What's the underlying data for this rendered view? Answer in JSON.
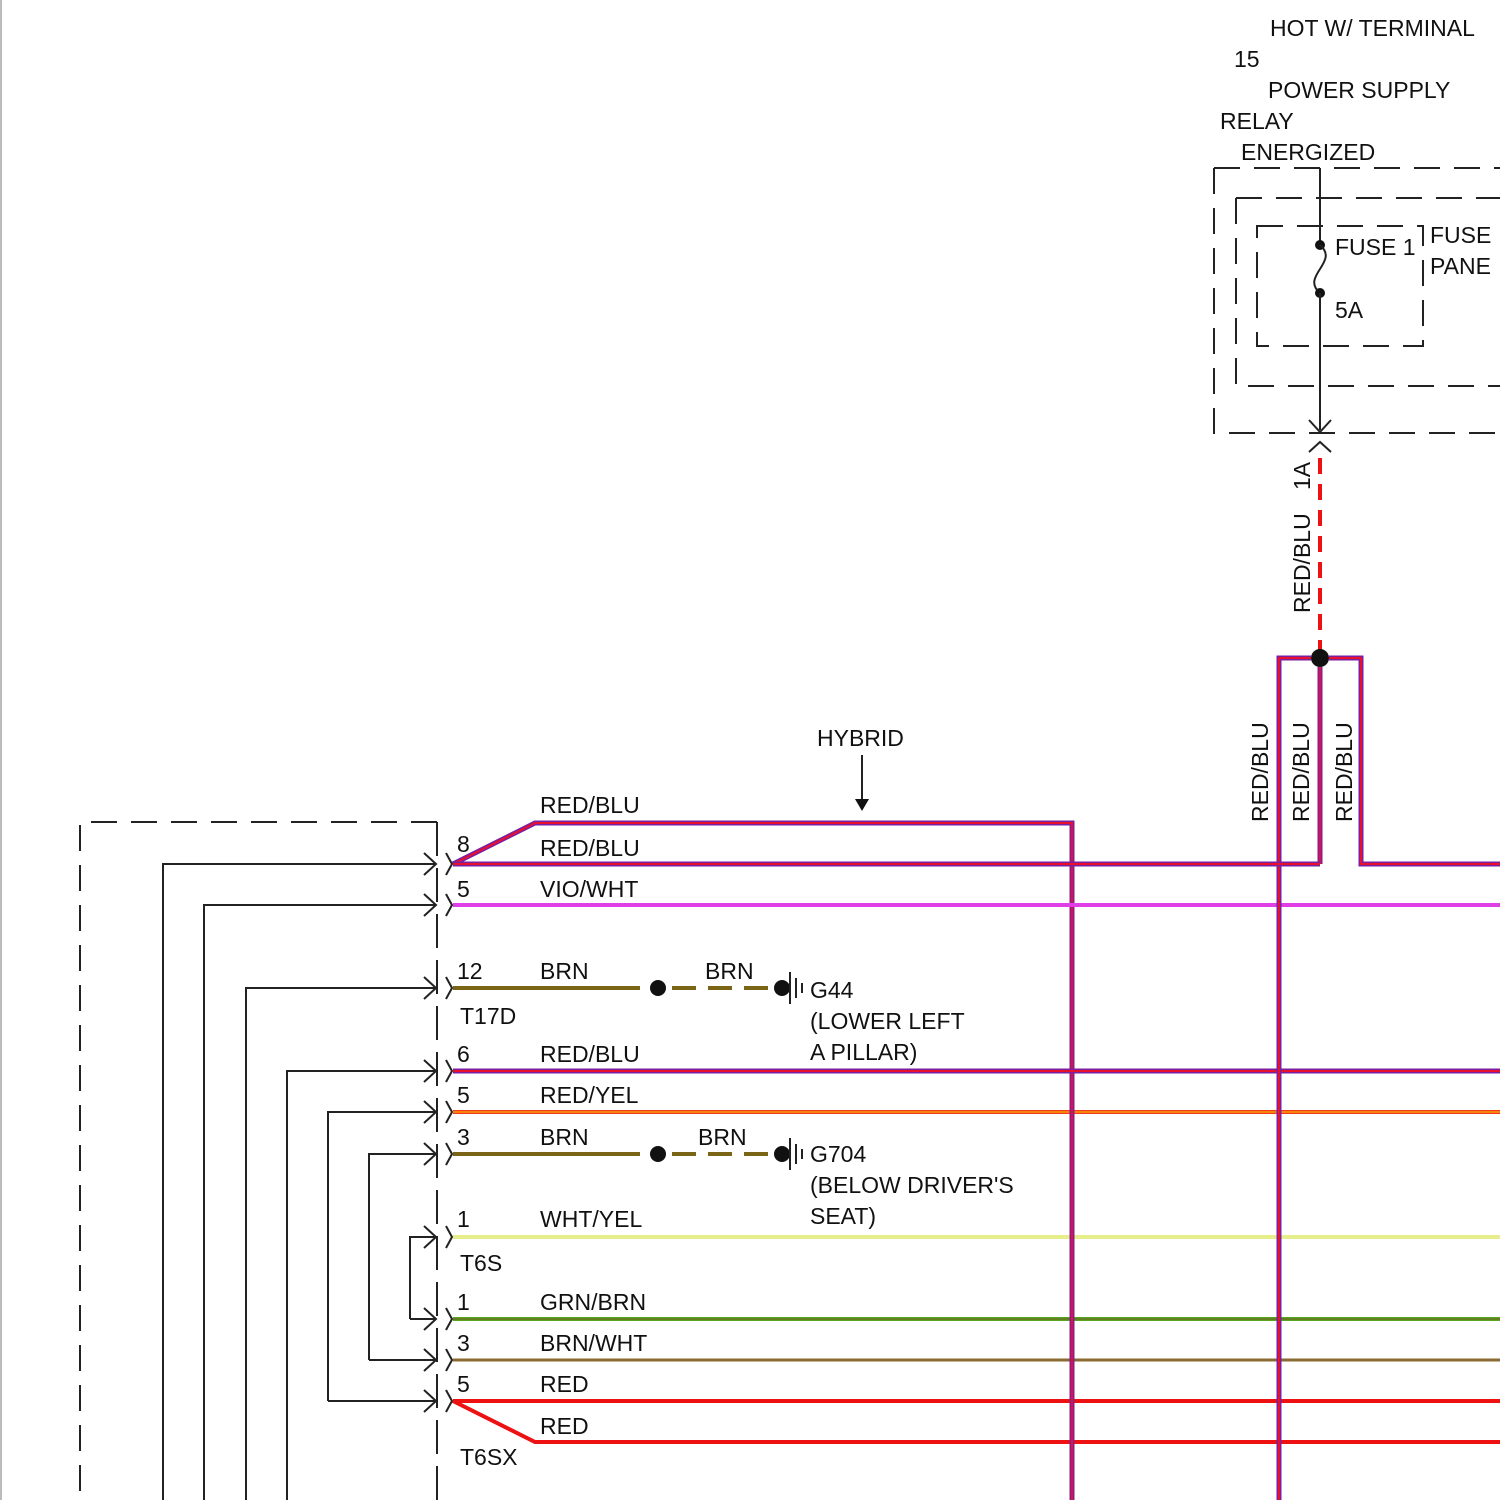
{
  "power": {
    "line1": "HOT W/ TERMINAL",
    "line2": "15",
    "line3": "POWER SUPPLY",
    "line4": "RELAY",
    "line5": "ENERGIZED"
  },
  "fuse_panel": {
    "fuse_label": "FUSE 1",
    "fuse_rating": "5A",
    "panel_line1": "FUSE",
    "panel_line2": "PANE"
  },
  "feed": {
    "pin": "1A",
    "color": "RED/BLU"
  },
  "branch_labels": [
    "RED/BLU",
    "RED/BLU",
    "RED/BLU"
  ],
  "hybrid_label": "HYBRID",
  "connector_t17d": {
    "name": "T17D",
    "pins": [
      {
        "pin": "8",
        "wire": "RED/BLU",
        "wire2": "RED/BLU"
      },
      {
        "pin": "5",
        "wire": "VIO/WHT"
      },
      {
        "pin": "12",
        "wire": "BRN",
        "ground_wire": "BRN",
        "ground": "G44",
        "ground_loc1": "(LOWER LEFT",
        "ground_loc2": "A PILLAR)"
      }
    ]
  },
  "connector_t6s": {
    "name": "T6S",
    "pins": [
      {
        "pin": "6",
        "wire": "RED/BLU"
      },
      {
        "pin": "5",
        "wire": "RED/YEL"
      },
      {
        "pin": "3",
        "wire": "BRN",
        "ground_wire": "BRN",
        "ground": "G704",
        "ground_loc1": "(BELOW DRIVER'S",
        "ground_loc2": "SEAT)"
      },
      {
        "pin": "1",
        "wire": "WHT/YEL"
      }
    ]
  },
  "connector_t6sx": {
    "name": "T6SX",
    "pins": [
      {
        "pin": "1",
        "wire": "GRN/BRN"
      },
      {
        "pin": "3",
        "wire": "BRN/WHT"
      },
      {
        "pin": "5",
        "wire": "RED",
        "wire2": "RED"
      }
    ]
  },
  "wire_colors": {
    "red_blu_outer": "#7a1fa3",
    "red_blu_inner": "#e8102a",
    "red": "#ee1111",
    "vio_wht": "#e03ee6",
    "brn": "#7a6415",
    "red_yel": "#f23a17",
    "wht_yel": "#e8ee8c",
    "grn_brn": "#5aa51e",
    "brn_wht": "#8a6a30"
  }
}
